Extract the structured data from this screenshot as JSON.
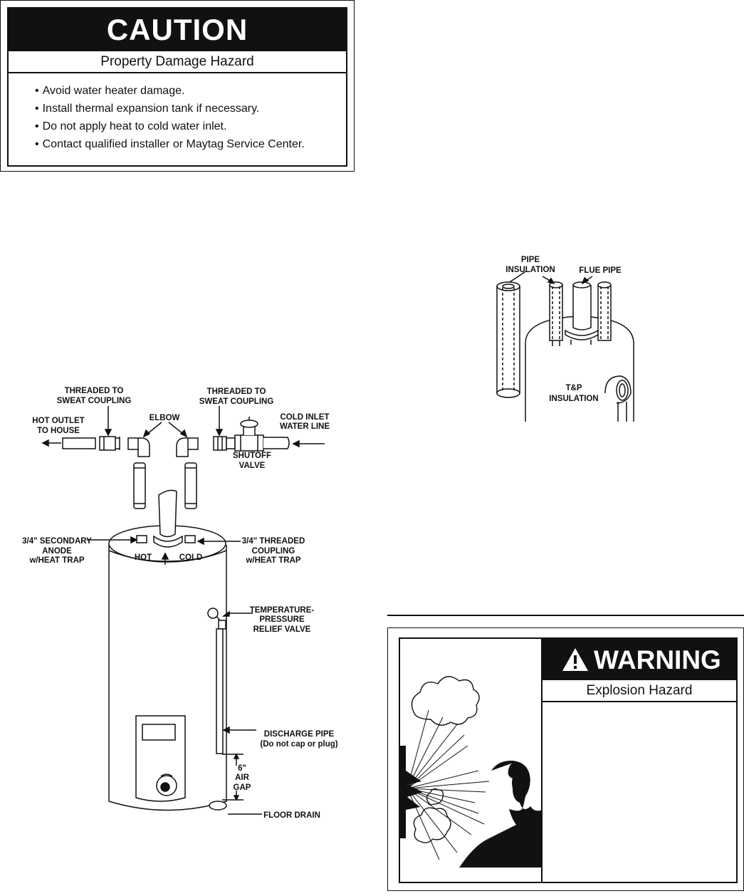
{
  "caution": {
    "title": "CAUTION",
    "subtitle": "Property Damage Hazard",
    "items": [
      "Avoid water heater damage.",
      "Install thermal expansion tank if necessary.",
      "Do not apply heat to cold water inlet.",
      "Contact qualified installer or Maytag Service Center."
    ]
  },
  "heater_diagram": {
    "threaded_left_1": "THREADED TO",
    "threaded_left_2": "SWEAT COUPLING",
    "threaded_right_1": "THREADED TO",
    "threaded_right_2": "SWEAT COUPLING",
    "hot_outlet_1": "HOT OUTLET",
    "hot_outlet_2": "TO HOUSE",
    "elbow": "ELBOW",
    "cold_inlet_1": "COLD INLET",
    "cold_inlet_2": "WATER LINE",
    "shutoff_1": "SHUTOFF",
    "shutoff_2": "VALVE",
    "secondary_1": "3/4\" SECONDARY",
    "secondary_2": "ANODE",
    "secondary_3": "w/HEAT TRAP",
    "threaded_coupling_1": "3/4\" THREADED",
    "threaded_coupling_2": "COUPLING",
    "threaded_coupling_3": "w/HEAT TRAP",
    "hot": "HOT",
    "cold": "COLD",
    "tp_1": "TEMPERATURE-",
    "tp_2": "PRESSURE",
    "tp_3": "RELIEF VALVE",
    "discharge_1": "DISCHARGE PIPE",
    "discharge_2": "(Do not cap or plug)",
    "gap_1": "6\"",
    "gap_2": "AIR",
    "gap_3": "GAP",
    "floor_drain": "FLOOR DRAIN"
  },
  "insulation_diagram": {
    "pipe_ins_1": "PIPE",
    "pipe_ins_2": "INSULATION",
    "flue_pipe": "FLUE PIPE",
    "tp_ins_1": "T&P",
    "tp_ins_2": "INSULATION"
  },
  "warning": {
    "title": "WARNING",
    "subtitle": "Explosion Hazard"
  }
}
